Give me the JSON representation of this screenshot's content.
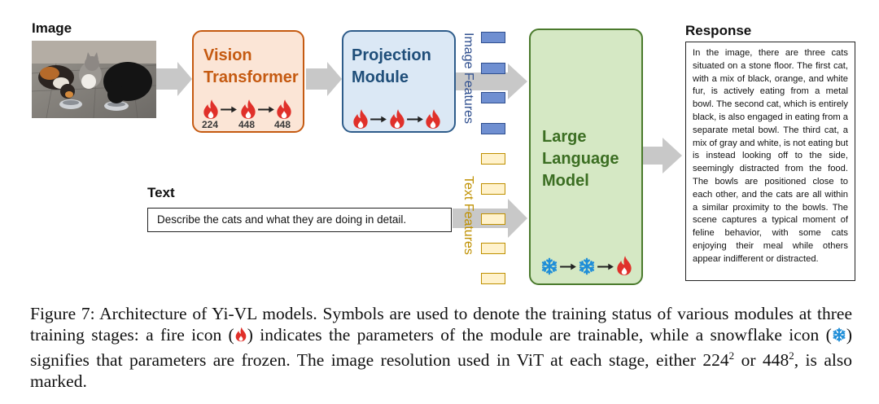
{
  "labels": {
    "image_heading": "Image",
    "text_heading": "Text",
    "response_heading": "Response"
  },
  "vision_transformer": {
    "title_line1": "Vision",
    "title_line2": "Transformer",
    "resolutions": [
      "224",
      "448",
      "448"
    ],
    "stage_status": [
      "fire",
      "fire",
      "fire"
    ]
  },
  "projection_module": {
    "title_line1": "Projection",
    "title_line2": "Module",
    "stage_status": [
      "fire",
      "fire",
      "fire"
    ]
  },
  "llm": {
    "title_line1": "Large",
    "title_line2": "Language",
    "title_line3": "Model",
    "stage_status": [
      "snowflake",
      "snowflake",
      "fire"
    ]
  },
  "features": {
    "image_label": "Image Features",
    "text_label": "Text Features"
  },
  "text_input": "Describe the cats and what they are doing in detail.",
  "response_text": "In the image, there are three cats situated on a stone floor. The first cat, with a mix of black, orange, and white fur, is actively eating from a metal bowl. The second cat, which is entirely black, is also engaged in eating from a separate metal bowl. The third cat, a mix of gray and white, is not eating but is instead looking off to the side, seemingly distracted from the food. The bowls are positioned close to each other, and the cats are all within a similar proximity to the bowls. The scene captures a typical moment of feline behavior, with some cats enjoying their meal while others appear indifferent or distracted.",
  "caption": {
    "part1": "Figure 7: Architecture of Yi-VL models. Symbols are used to denote the training status of various modules at three training stages: a fire icon (",
    "part2": ") indicates the parameters of the module are trainable, while a snowflake icon (",
    "part3": ") signifies that parameters are frozen. The image resolution used in ViT at each stage, either ",
    "res1_base": "224",
    "res1_exp": "2",
    "or_word": " or ",
    "res2_base": "448",
    "res2_exp": "2",
    "part4": ", is also marked."
  },
  "colors": {
    "fire": "#e0302a",
    "snowflake": "#1f8ed8",
    "arrow_gray": "#c8c8c8",
    "vit_border": "#c55a11",
    "proj_border": "#2e5c8a",
    "llm_border": "#4a7a2c"
  }
}
